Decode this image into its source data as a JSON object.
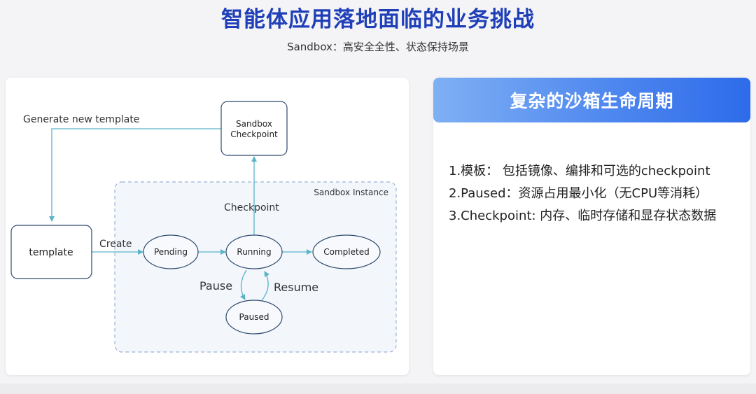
{
  "header": {
    "title": "智能体应用落地面临的业务挑战",
    "subtitle": "Sandbox：高安全全性、状态保持场景"
  },
  "diagram": {
    "instance_group_label": "Sandbox Instance",
    "nodes": {
      "template": "template",
      "checkpoint_line1": "Sandbox",
      "checkpoint_line2": "Checkpoint",
      "pending": "Pending",
      "running": "Running",
      "completed": "Completed",
      "paused": "Paused"
    },
    "edges": {
      "generate_new_template": "Generate new template",
      "create": "Create",
      "checkpoint": "Checkpoint",
      "pause": "Pause",
      "resume": "Resume"
    }
  },
  "info_panel": {
    "title": "复杂的沙箱生命周期",
    "items": [
      "1.模板： 包括镜像、编排和可选的checkpoint",
      "2.Paused：资源占用最小化（无CPU等消耗）",
      "3.Checkpoint: 内存、临时存储和显存状态数据"
    ]
  },
  "colors": {
    "title": "#1f3fb8",
    "node_stroke": "#2f4a6e",
    "edge": "#5ab4c8",
    "group_fill": "#f3f7fc",
    "group_stroke": "#9ab3d6",
    "header_gradient_start": "#7fb0f4",
    "header_gradient_end": "#2d6bea"
  }
}
